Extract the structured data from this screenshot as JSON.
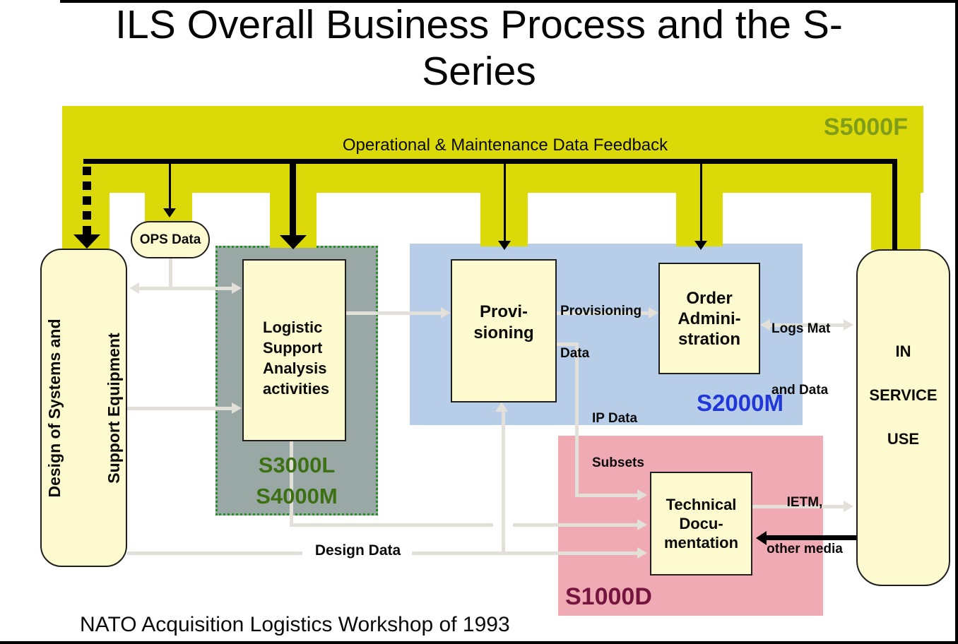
{
  "title": {
    "line1": "ILS Overall Business Process and the S-",
    "line2": "Series"
  },
  "caption": "NATO Acquisition Logistics Workshop of 1993",
  "band": {
    "series_label": "S5000F",
    "feedback_label": "Operational & Maintenance Data Feedback"
  },
  "regions": {
    "s3000l": {
      "label_line1": "S3000L",
      "label_line2": "S4000M"
    },
    "s2000m": {
      "label": "S2000M"
    },
    "s1000d": {
      "label": "S1000D"
    }
  },
  "nodes": {
    "design": {
      "lines": [
        "Design of Systems and",
        "Support Equipment"
      ]
    },
    "ops": {
      "label": "OPS Data"
    },
    "lsa": {
      "lines": [
        "Logistic",
        "Support",
        "Analysis",
        "activities"
      ]
    },
    "provisioning": {
      "lines": [
        "Provi-",
        "sioning"
      ]
    },
    "order_admin": {
      "lines": [
        "Order",
        "Admini-",
        "stration"
      ]
    },
    "tech_doc": {
      "lines": [
        "Technical",
        "Docu-",
        "mentation"
      ]
    },
    "in_service": {
      "lines": [
        "IN",
        "SERVICE",
        "USE"
      ]
    }
  },
  "edge_labels": {
    "provisioning_data": {
      "lines": [
        "Provisioning",
        "Data"
      ]
    },
    "ip_data": {
      "lines": [
        "IP Data",
        "Subsets"
      ]
    },
    "logs_mat": {
      "lines": [
        "Logs Mat",
        "and Data"
      ]
    },
    "ietm": {
      "lines": [
        "IETM,",
        "other media"
      ]
    },
    "design_data": "Design Data"
  },
  "colors": {
    "band_yellow": "#dcd908",
    "s5000f_text": "#7f9c1a",
    "s3000l_fill": "#9aa8a5",
    "s3000l_border": "#229022",
    "s3000l_text": "#3c7013",
    "s2000m_fill": "#b8cde8",
    "s2000m_text": "#2038d8",
    "s1000d_fill": "#efaab4",
    "s1000d_text": "#75143f",
    "node_fill": "#fdfad0",
    "connector_gray": "#e3e0d9",
    "arrow_black": "#000000"
  }
}
